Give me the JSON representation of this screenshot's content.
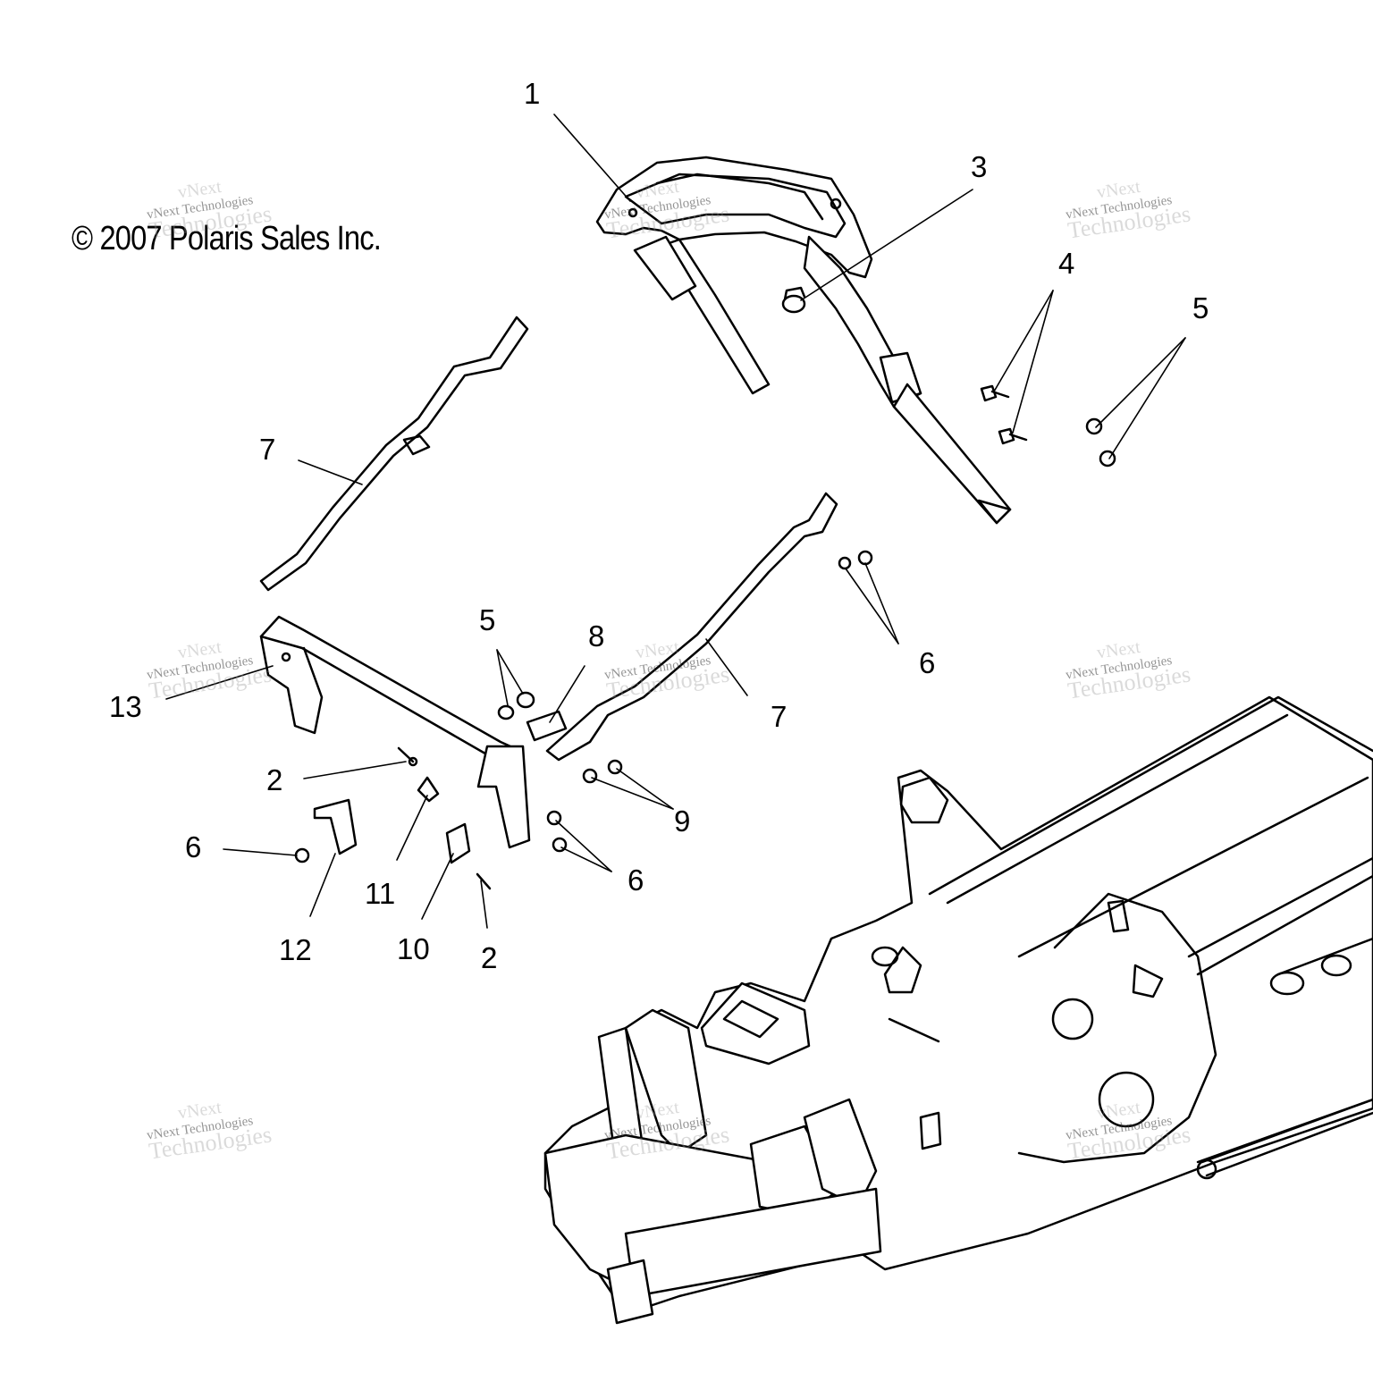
{
  "copyright": "© 2007 Polaris Sales Inc.",
  "watermark": {
    "line1": "vNext",
    "line2": "vNext Technologies",
    "line3": "Technologies"
  },
  "callouts": [
    "1",
    "3",
    "4",
    "5",
    "7",
    "2",
    "13",
    "5",
    "8",
    "7",
    "6",
    "9",
    "6",
    "2",
    "6",
    "11",
    "12",
    "10",
    "2"
  ],
  "colors": {
    "line": "#000000",
    "background": "#ffffff",
    "watermark": "#9a9a9a"
  }
}
